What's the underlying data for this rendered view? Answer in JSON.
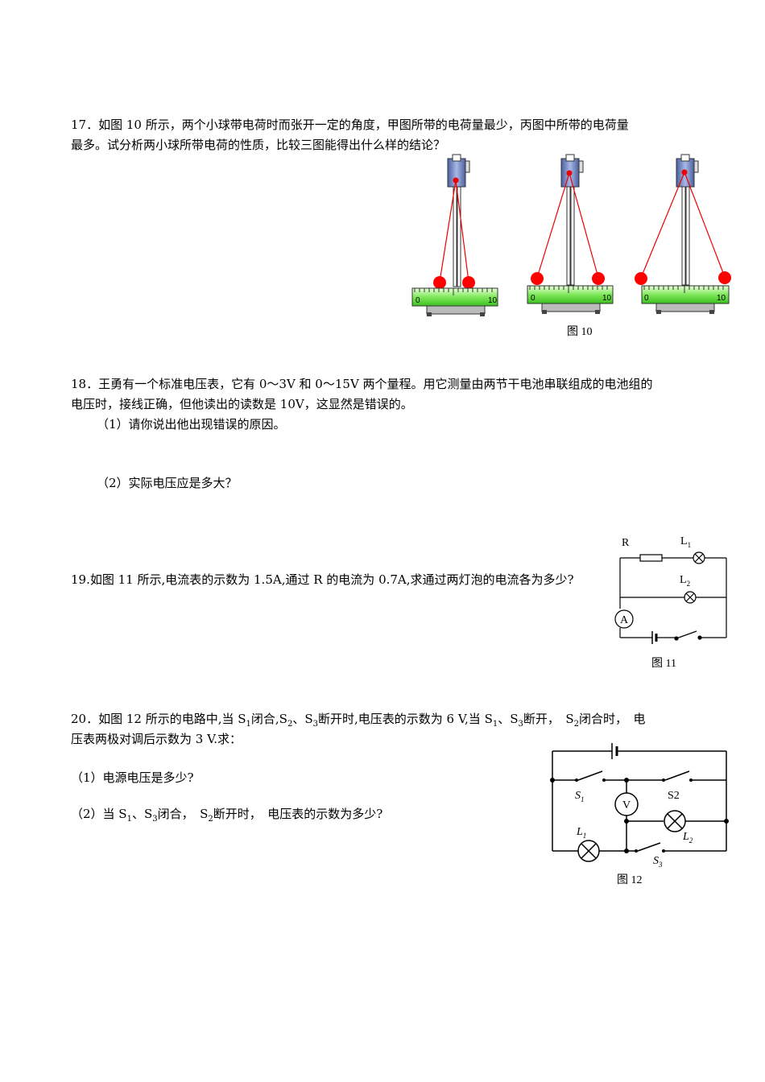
{
  "q17": {
    "line1": "17．如图 10 所示，两个小球带电荷时而张开一定的角度，甲图所带的电荷量最少，丙图中所带的电荷量",
    "line2": "最多。试分析两小球所带电荷的性质，比较三图能得出什么样的结论？",
    "fig_caption": "图 10",
    "scale_zero": "0",
    "scale_ten": "10"
  },
  "q18": {
    "line1": "18．王勇有一个标准电压表，它有 0～3V 和 0～15V 两个量程。用它测量由两节干电池串联组成的电池组的",
    "line2": "电压时，接线正确，但他读出的读数是 10V，这显然是错误的。",
    "sub1": "（1）请你说出他出现错误的原因。",
    "sub2": "（2）实际电压应是多大？"
  },
  "q19": {
    "text": "19.如图 11 所示,电流表的示数为 1.5A,通过 R 的电流为 0.7A,求通过两灯泡的电流各为多少?",
    "label_R": "R",
    "label_L1": "L",
    "label_L1_sub": "1",
    "label_L2": "L",
    "label_L2_sub": "2",
    "label_A": "A",
    "fig_caption": "图 11"
  },
  "q20": {
    "line1_a": "20．如图 12 所示的电路中,当 S",
    "line1_b": "闭合,S",
    "line1_c": "、S",
    "line1_d": "断开时,电压表的示数为 6 V,当 S",
    "line1_e": "、S",
    "line1_f": "断开，　S",
    "line1_g": "闭合时，　电",
    "sub_1": "1",
    "sub_2": "2",
    "sub_3": "3",
    "line2": "压表两极对调后示数为 3 V.求：",
    "sub1": "（1）电源电压是多少?",
    "sub2_a": "（2）当 S",
    "sub2_b": "、S",
    "sub2_c": "闭合，　S",
    "sub2_d": "断开时，　电压表的示数为多少?",
    "label_S1": "S",
    "label_S1_sub": "1",
    "label_S2": "S2",
    "label_V": "V",
    "label_L1": "L",
    "label_L1_sub": "1",
    "label_L2": "L",
    "label_L2_sub": "2",
    "label_S3": "S",
    "label_S3_sub": "3",
    "fig_caption": "图 12"
  }
}
